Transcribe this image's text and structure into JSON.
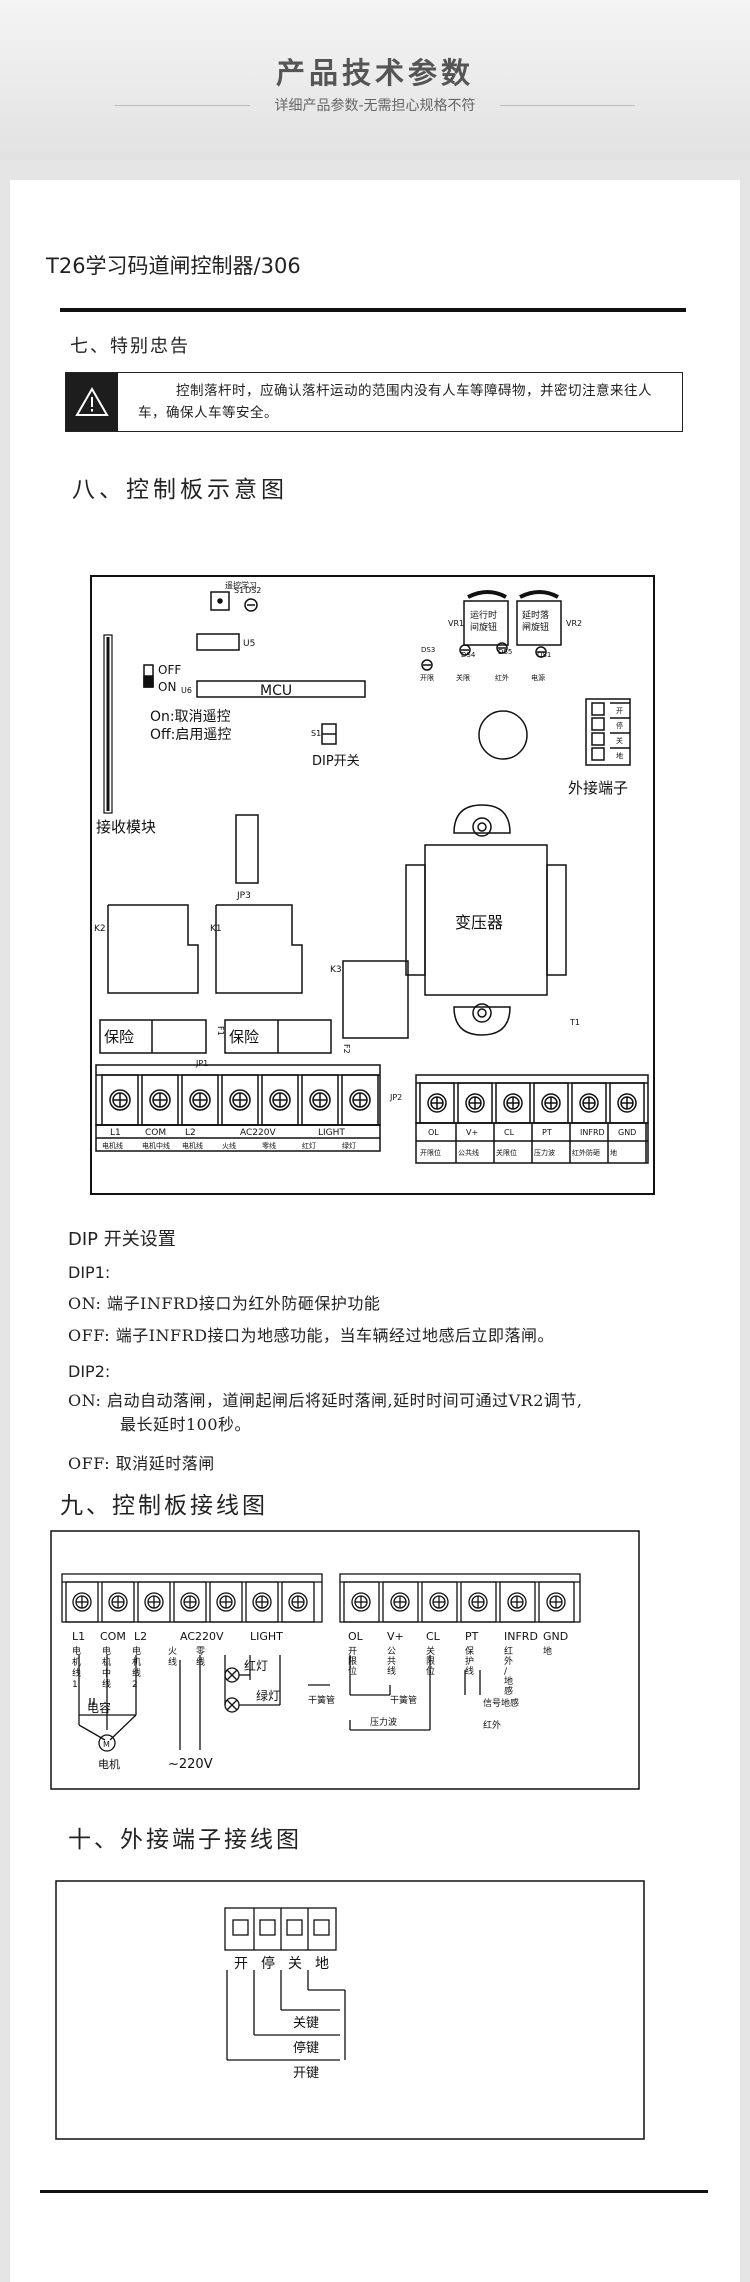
{
  "header": {
    "title": "产品技术参数",
    "subtitle": "详细产品参数-无需担心规格不符"
  },
  "product_title": "T26学习码道闸控制器/306",
  "section7": {
    "title": "七、特别忠告",
    "warning": "控制落杆时，应确认落杆运动的范围内没有人车等障碍物，并密切注意来往人车，确保人车等安全。"
  },
  "section8": {
    "title": "八、控制板示意图",
    "labels": {
      "learn_code": "遥控学习",
      "s1": "S1",
      "ds2": "DS2",
      "u5": "U5",
      "u6": "U6",
      "mcu": "MCU",
      "off": "OFF",
      "on": "ON",
      "on_desc": "On:取消遥控",
      "off_desc": "Off:启用遥控",
      "s1_sw": "S1",
      "dip_switch": "DIP开关",
      "receiver": "接收模块",
      "jp3": "JP3",
      "k1": "K1",
      "k2": "K2",
      "k3": "K3",
      "fuse1": "保险",
      "fuse2": "保险",
      "f1": "F1",
      "f2": "F2",
      "jp1": "JP1",
      "jp2": "JP2",
      "t1": "T1",
      "transformer": "变压器",
      "vr1": "VR1",
      "vr2": "VR2",
      "vr1_desc": "运行时间旋钮",
      "vr2_desc": "延时落闸旋钮",
      "ds3": "DS3",
      "ds4": "DS4",
      "ds5": "DS5",
      "ds1": "DS1",
      "led_open": "开限",
      "led_close": "关限",
      "led_ir": "红外",
      "led_power": "电源",
      "ext_terminal": "外接端子",
      "ext_keys": [
        "开",
        "停",
        "关",
        "地"
      ]
    },
    "left_terminals": [
      "L1",
      "COM",
      "L2",
      "AC220V",
      "LIGHT"
    ],
    "left_terminal_desc": [
      "电机线",
      "电机中线",
      "电机线",
      "火线",
      "零线",
      "红灯",
      "绿灯"
    ],
    "right_terminals": [
      "OL",
      "V+",
      "CL",
      "PT",
      "INFRD",
      "GND"
    ],
    "right_terminal_desc": [
      "开限位",
      "公共线",
      "关限位",
      "压力波",
      "红外防砸",
      "地"
    ]
  },
  "dip": {
    "title": "DIP 开关设置",
    "dip1": "DIP1:",
    "dip1_on": "ON:  端子INFRD接口为红外防砸保护功能",
    "dip1_off": "OFF: 端子INFRD接口为地感功能，当车辆经过地感后立即落闸。",
    "dip2": "DIP2:",
    "dip2_on_1": "ON:  启动自动落闸，道闸起闸后将延时落闸,延时时间可通过VR2调节,",
    "dip2_on_2": "最长延时100秒。",
    "dip2_off": "OFF: 取消延时落闸"
  },
  "section9": {
    "title": "九、控制板接线图",
    "left_terminals": [
      "L1",
      "COM",
      "L2",
      "AC220V",
      "LIGHT"
    ],
    "left_desc": [
      "电机线1",
      "电机中线",
      "电机线2",
      "火线",
      "零线"
    ],
    "red_light": "红灯",
    "green_light": "绿灯",
    "capacitor": "电容",
    "motor_symbol": "M",
    "motor": "电机",
    "voltage": "~220V",
    "right_terminals": [
      "OL",
      "V+",
      "CL",
      "PT",
      "INFRD",
      "GND"
    ],
    "right_desc": [
      "开限位",
      "公共线",
      "关限位",
      "保护线",
      "红外/地感",
      "地"
    ],
    "reed1": "干簧管",
    "reed2": "干簧管",
    "pressure_wave": "压力波",
    "loop_signal": "信号地感",
    "infrared": "红外"
  },
  "section10": {
    "title": "十、外接端子接线图",
    "terminals": [
      "开",
      "停",
      "关",
      "地"
    ],
    "close_key": "关键",
    "stop_key": "停键",
    "open_key": "开键"
  }
}
